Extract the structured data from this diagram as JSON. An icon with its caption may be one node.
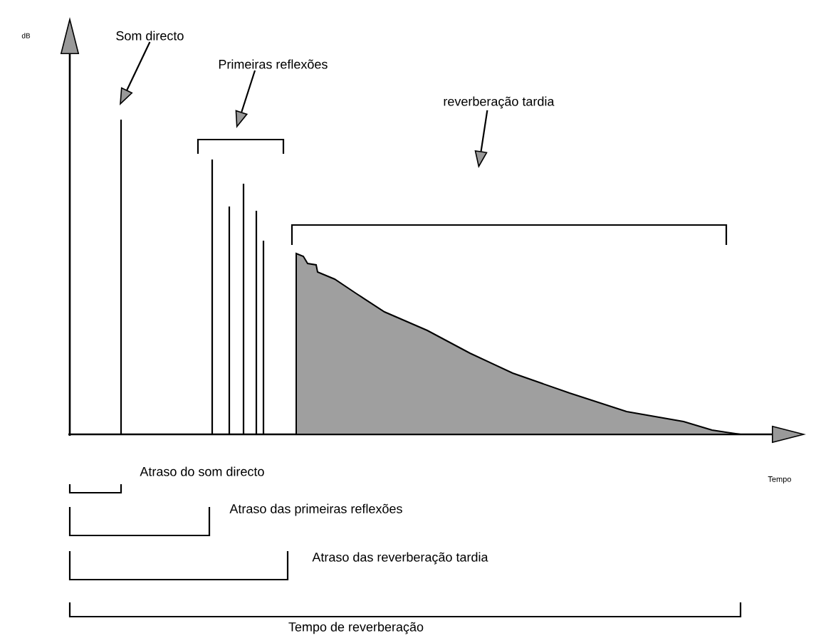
{
  "diagram": {
    "nodes": [
      {
        "text": [
          "Som directo"
        ]
      },
      {
        "text": [
          "Primeiras reflexões"
        ]
      },
      {
        "text": [
          "reverberação tardia"
        ]
      }
    ],
    "edges": [
      {
        "from": 0,
        "to": null,
        "arrow": "to"
      },
      {
        "from": 1,
        "to": null,
        "arrow": "to"
      },
      {
        "from": 2,
        "to": null,
        "arrow": "to"
      }
    ],
    "labels": [
      "dB",
      "Tempo",
      "Atraso do som directo",
      "Atraso das primeiras reflexões",
      "Atraso das reverberação tardia",
      "Tempo de reverberação"
    ]
  }
}
